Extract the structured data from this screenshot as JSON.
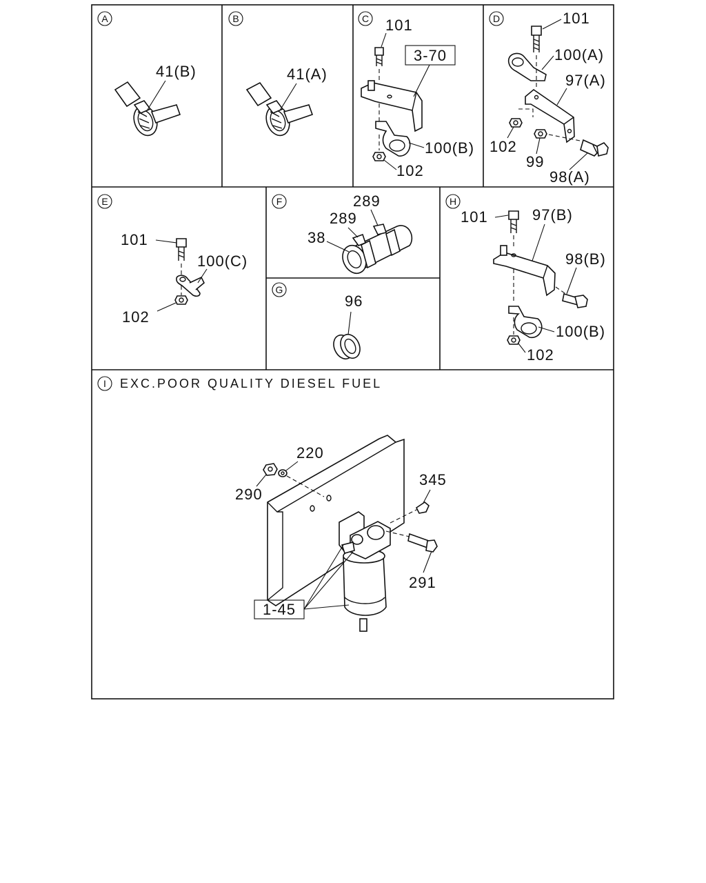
{
  "sections": {
    "a": {
      "letter": "A",
      "labels": [
        "41(B)"
      ]
    },
    "b": {
      "letter": "B",
      "labels": [
        "41(A)"
      ]
    },
    "c": {
      "letter": "C",
      "labels": [
        "101",
        "3-70",
        "100(B)",
        "102"
      ]
    },
    "d": {
      "letter": "D",
      "labels": [
        "101",
        "100(A)",
        "97(A)",
        "102",
        "99",
        "98(A)"
      ]
    },
    "e": {
      "letter": "E",
      "labels": [
        "101",
        "100(C)",
        "102"
      ]
    },
    "f": {
      "letter": "F",
      "labels": [
        "289",
        "289",
        "38"
      ]
    },
    "g": {
      "letter": "G",
      "labels": [
        "96"
      ]
    },
    "h": {
      "letter": "H",
      "labels": [
        "101",
        "97(B)",
        "98(B)",
        "100(B)",
        "102"
      ]
    },
    "i": {
      "letter": "I",
      "caption": "EXC.POOR QUALITY DIESEL FUEL",
      "labels": [
        "220",
        "290",
        "345",
        "291",
        "1-45"
      ]
    }
  }
}
